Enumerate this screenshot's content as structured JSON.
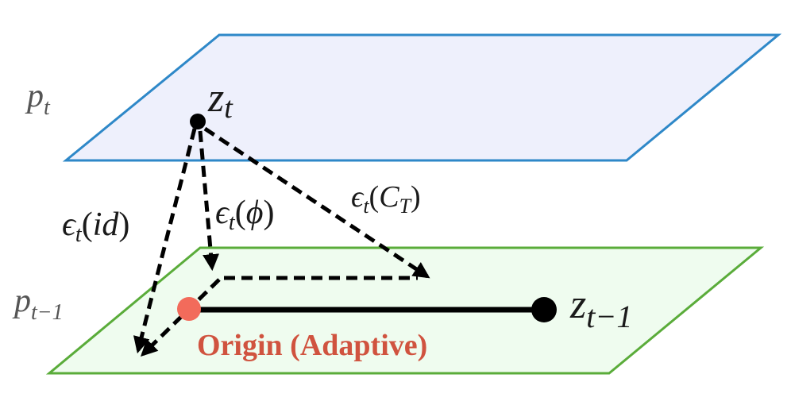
{
  "planes": {
    "top": {
      "label_main": "p",
      "label_sub": "t",
      "fill": "#eef0fc",
      "stroke": "#2e88c8"
    },
    "bottom": {
      "label_main": "p",
      "label_sub": "t−1",
      "fill": "#effcef",
      "stroke": "#5aac3a"
    }
  },
  "points": {
    "zt": {
      "main": "z",
      "sub": "t",
      "color": "#000000"
    },
    "zt1": {
      "main": "z",
      "sub": "t−1",
      "color": "#000000"
    },
    "origin": {
      "color": "#f26b5b"
    }
  },
  "arrows": {
    "id": {
      "eps": "ϵ",
      "sub": "t",
      "open": "(",
      "arg": "id",
      "close": ")"
    },
    "phi": {
      "eps": "ϵ",
      "sub": "t",
      "open": "(",
      "arg": "ϕ",
      "close": ")"
    },
    "ct": {
      "eps": "ϵ",
      "sub": "t",
      "open": "(",
      "arg": "C",
      "argsub": "T",
      "close": ")"
    }
  },
  "origin_label": {
    "text": "Origin (Adaptive)",
    "color": "#d0533f"
  }
}
